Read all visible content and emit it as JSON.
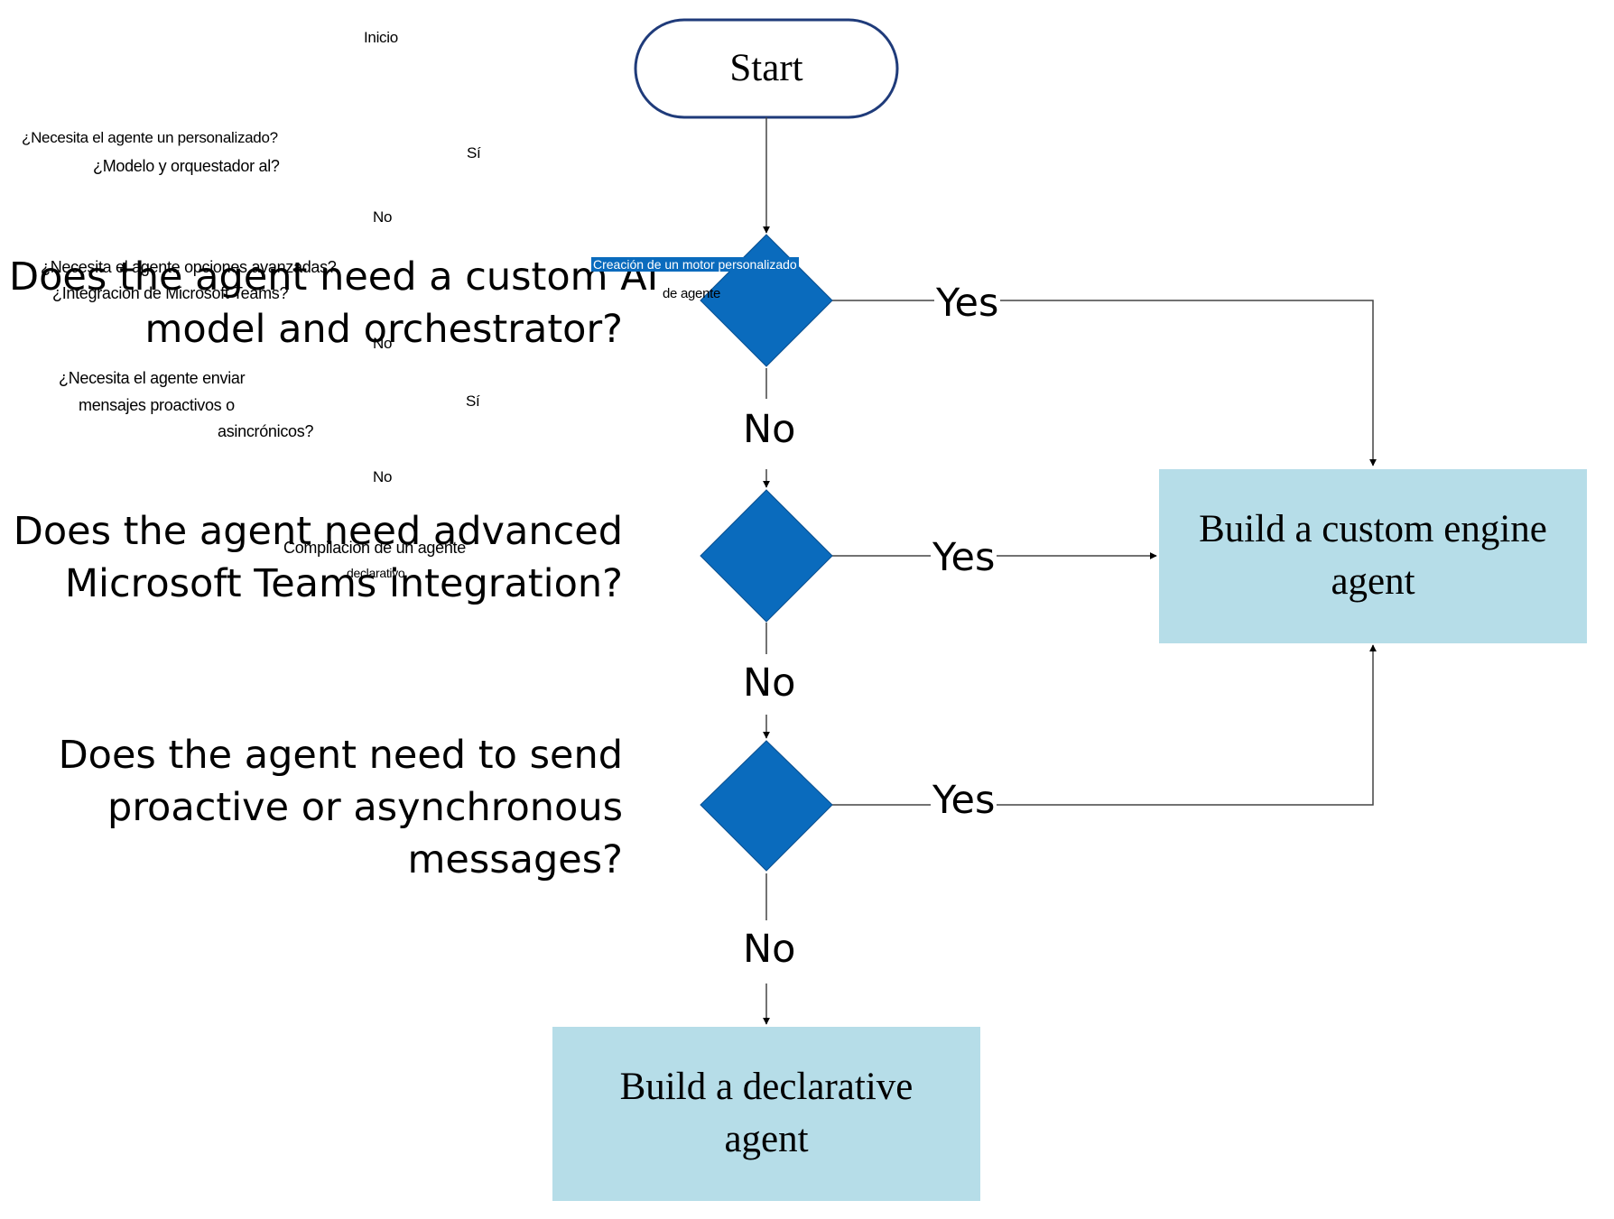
{
  "nodes": {
    "start": "Start",
    "q1": [
      "Does the agent need a custom AI",
      "model and orchestrator?"
    ],
    "q2": [
      "Does the agent need advanced",
      "Microsoft Teams integration?"
    ],
    "q3": [
      "Does the agent need to send",
      "proactive or asynchronous",
      "messages?"
    ],
    "custom_engine": [
      "Build a custom engine",
      "agent"
    ],
    "declarative": [
      "Build a declarative",
      "agent"
    ]
  },
  "edges": {
    "yes1": "Yes",
    "yes2": "Yes",
    "yes3": "Yes",
    "no1": "No",
    "no2": "No",
    "no3": "No"
  },
  "overlay_es": {
    "inicio": "Inicio",
    "q1_a": "¿Necesita el agente un personalizado?",
    "q1_b": "¿Modelo y orquestador al?",
    "si1": "Sí",
    "no1": "No",
    "q2_a": "¿Necesita el agente opciones avanzadas?",
    "q2_b": "¿Integración de Microsoft Teams?",
    "no2": "No",
    "q3_a": "¿Necesita el agente enviar",
    "q3_b": "mensajes proactivos o",
    "q3_c": "asincrónicos?",
    "si2": "Sí",
    "no3": "No",
    "custom_a": "Creación de un motor personalizado",
    "custom_b": "de agente",
    "decl_a": "Compilación de un agente",
    "decl_b": "declarativo"
  },
  "colors": {
    "diamond": "#0a6bbd",
    "result_box": "#b6dde8",
    "start_border": "#1f3b7a",
    "line": "#444444"
  }
}
